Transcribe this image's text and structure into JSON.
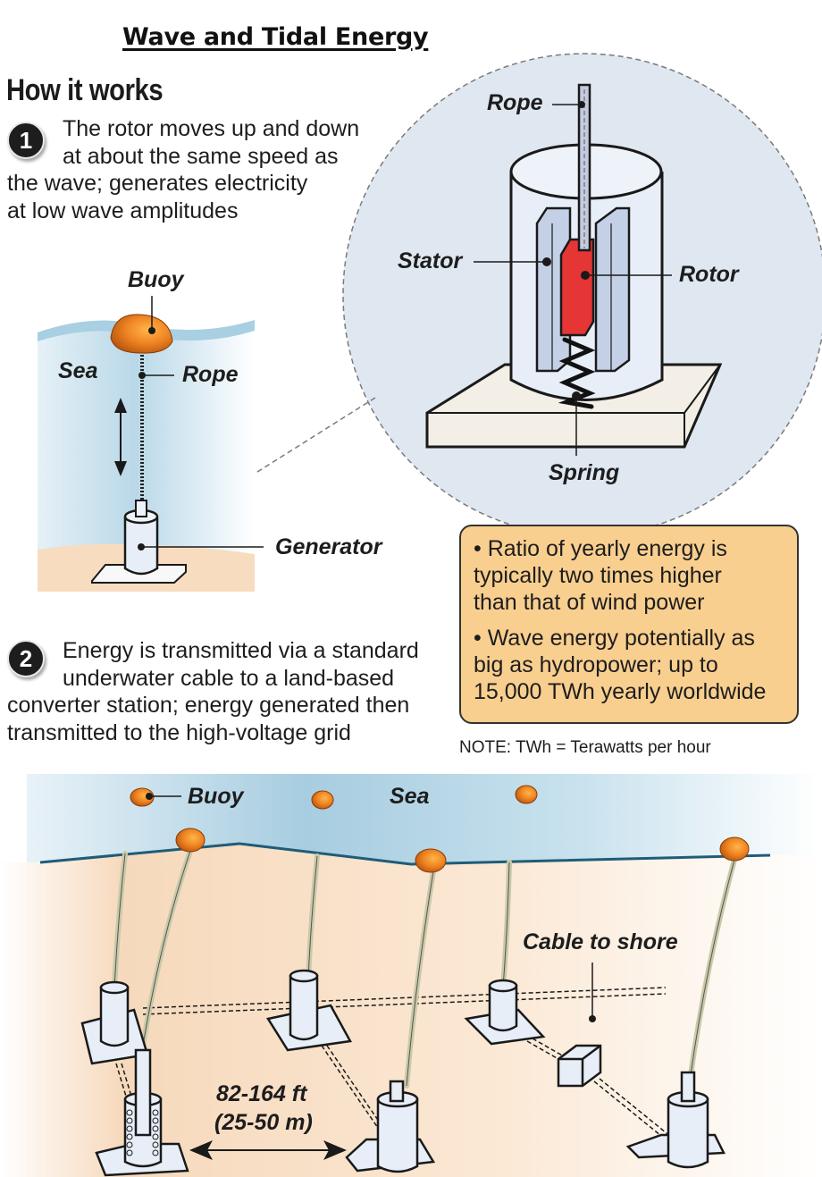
{
  "title": "Wave and Tidal Energy",
  "section_heading": "How it works",
  "steps": [
    {
      "number": "1",
      "lines": [
        "The rotor moves up and down",
        "at about the same speed as",
        "the wave; generates electricity",
        "at low wave amplitudes"
      ]
    },
    {
      "number": "2",
      "lines": [
        "Energy is transmitted via a standard",
        "underwater cable to a land-based",
        "converter station; energy generated then",
        "transmitted to the high-voltage grid"
      ]
    }
  ],
  "buoy_diagram": {
    "labels": {
      "buoy": "Buoy",
      "sea": "Sea",
      "rope": "Rope",
      "generator": "Generator"
    }
  },
  "generator_detail": {
    "labels": {
      "rope": "Rope",
      "stator": "Stator",
      "rotor": "Rotor",
      "spring": "Spring"
    }
  },
  "info_box": {
    "bullets": [
      [
        "• Ratio of yearly energy is",
        "typically two times higher",
        "than that of wind power"
      ],
      [
        "• Wave energy potentially as",
        "big as hydropower; up to",
        "15,000 TWh yearly worldwide"
      ]
    ]
  },
  "note": "NOTE: TWh = Terawatts per hour",
  "array_diagram": {
    "labels": {
      "buoy": "Buoy",
      "sea": "Sea",
      "cable": "Cable to shore",
      "distance_ft": "82-164 ft",
      "distance_m": "(25-50 m)"
    }
  },
  "colors": {
    "sea_blue": "#a9cfe2",
    "sand": "#f7dcc0",
    "buoy_orange": "#e8781a",
    "rotor_red": "#e53535",
    "stator_blue": "#c3d0e6",
    "info_box": "#f9cf8f",
    "detail_circle": "#dfe7f1"
  }
}
